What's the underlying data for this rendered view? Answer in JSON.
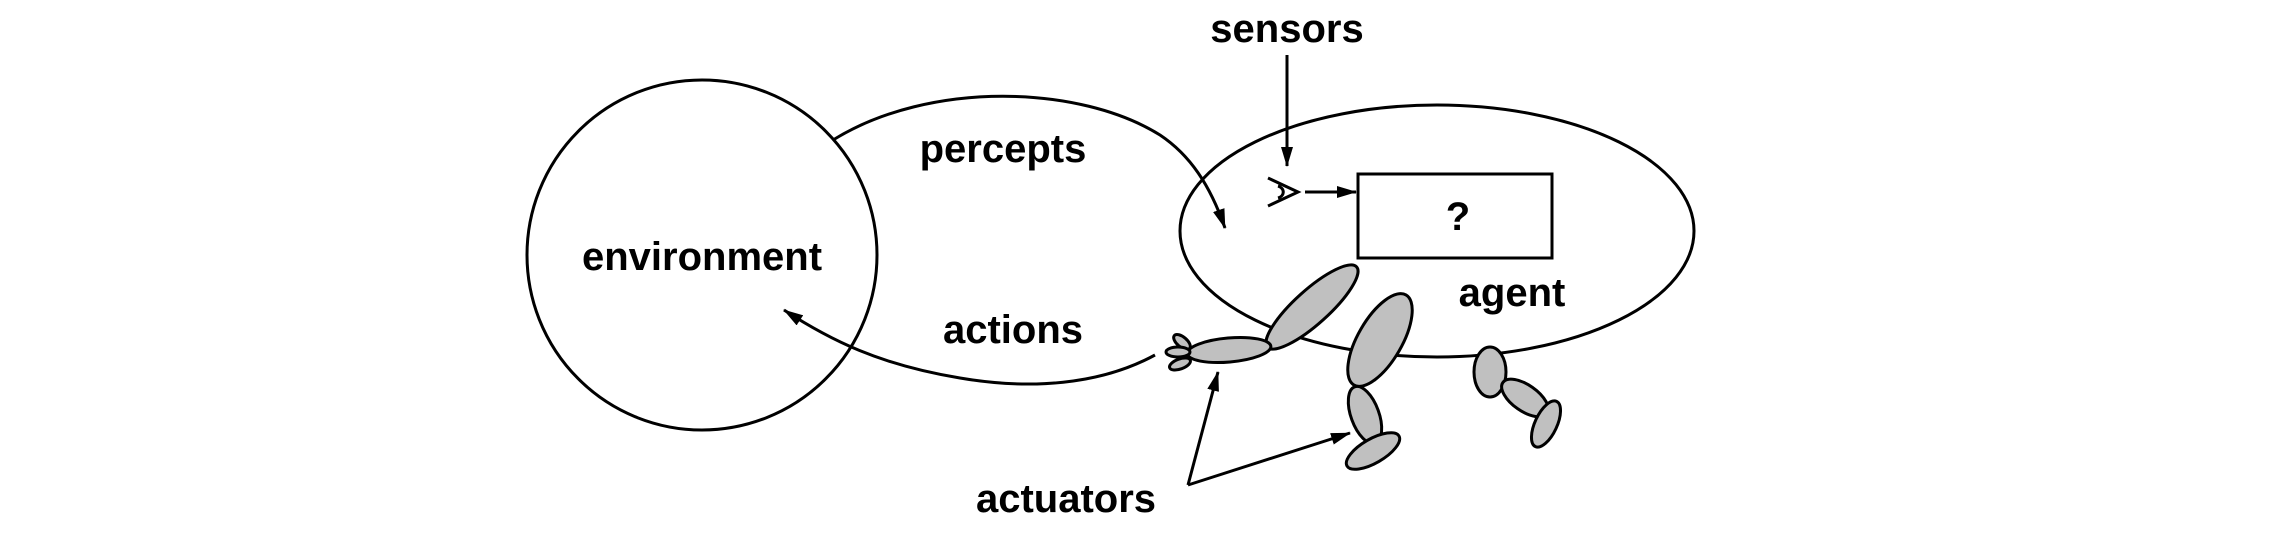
{
  "labels": {
    "environment": "environment",
    "agent": "agent",
    "sensors": "sensors",
    "percepts": "percepts",
    "actions": "actions",
    "actuators": "actuators",
    "unknown_box": "?"
  },
  "colors": {
    "stroke": "#000000",
    "limb_fill": "#c0c0c0",
    "background": "#ffffff"
  }
}
